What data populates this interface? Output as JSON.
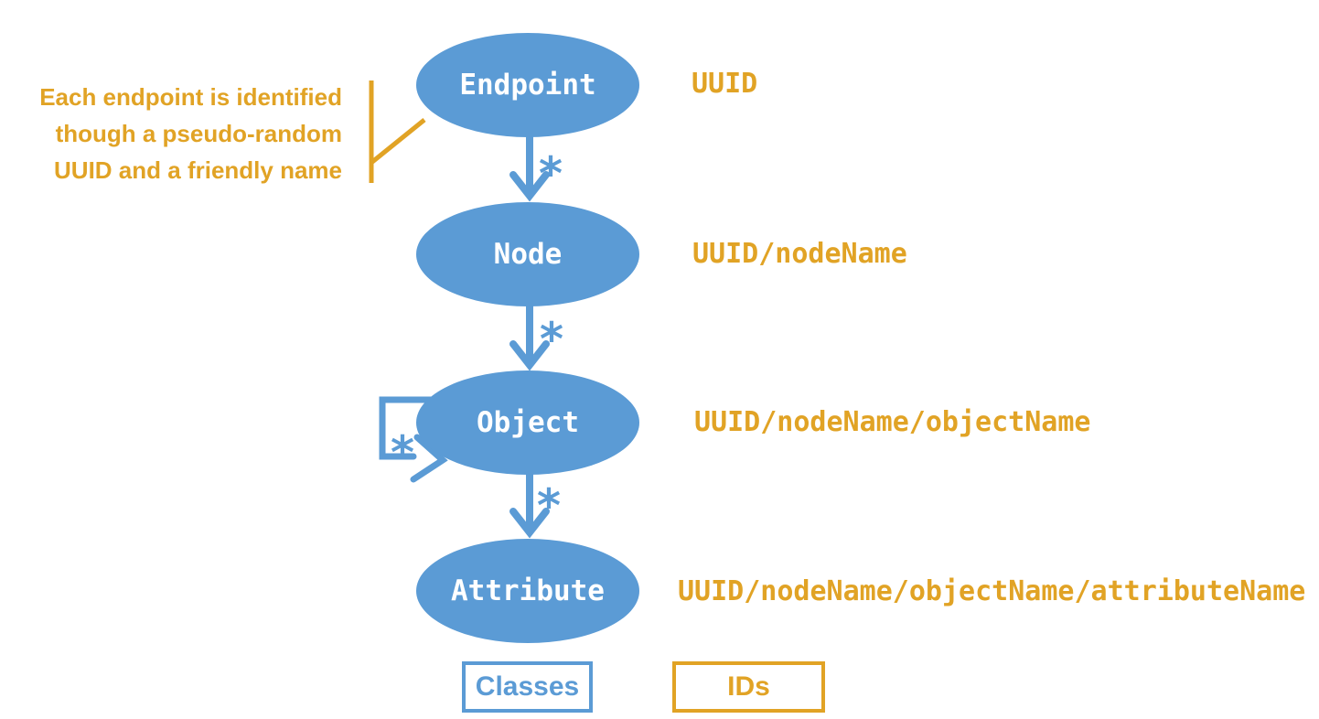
{
  "colors": {
    "class_blue": "#5B9BD5",
    "id_orange": "#E1A325",
    "label_white": "#FFFFFF"
  },
  "callout": {
    "line1": "Each endpoint is identified",
    "line2": "though a pseudo-random",
    "line3": "UUID and a friendly name"
  },
  "classes": [
    {
      "label": "Endpoint",
      "id": "UUID"
    },
    {
      "label": "Node",
      "id": "UUID/nodeName"
    },
    {
      "label": "Object",
      "id": "UUID/nodeName/objectName"
    },
    {
      "label": "Attribute",
      "id": "UUID/nodeName/objectName/attributeName"
    }
  ],
  "multiplicity_symbol": "*",
  "legend": {
    "classes": "Classes",
    "ids": "IDs"
  }
}
